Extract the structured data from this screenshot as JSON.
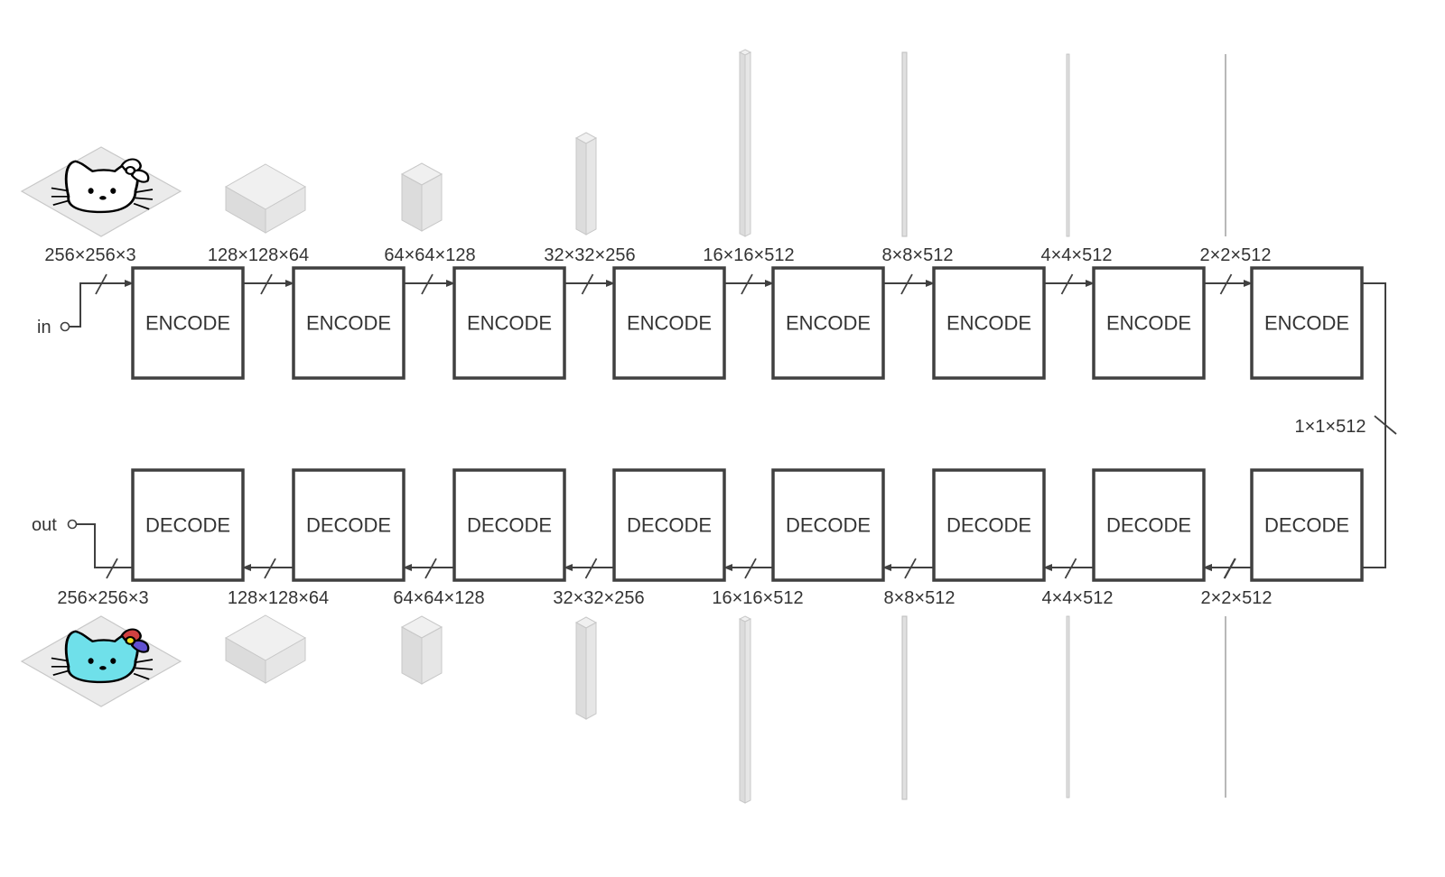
{
  "io": {
    "input_label": "in",
    "output_label": "out"
  },
  "encoders": [
    {
      "label": "ENCODE",
      "in_dims": "256×256×3"
    },
    {
      "label": "ENCODE",
      "in_dims": "128×128×64"
    },
    {
      "label": "ENCODE",
      "in_dims": "64×64×128"
    },
    {
      "label": "ENCODE",
      "in_dims": "32×32×256"
    },
    {
      "label": "ENCODE",
      "in_dims": "16×16×512"
    },
    {
      "label": "ENCODE",
      "in_dims": "8×8×512"
    },
    {
      "label": "ENCODE",
      "in_dims": "4×4×512"
    },
    {
      "label": "ENCODE",
      "in_dims": "2×2×512"
    }
  ],
  "bottleneck": {
    "dims": "1×1×512"
  },
  "decoders": [
    {
      "label": "DECODE",
      "out_dims": "256×256×3"
    },
    {
      "label": "DECODE",
      "out_dims": "128×128×64"
    },
    {
      "label": "DECODE",
      "out_dims": "64×64×128"
    },
    {
      "label": "DECODE",
      "out_dims": "32×32×256"
    },
    {
      "label": "DECODE",
      "out_dims": "16×16×512"
    },
    {
      "label": "DECODE",
      "out_dims": "8×8×512"
    },
    {
      "label": "DECODE",
      "out_dims": "4×4×512"
    },
    {
      "label": "DECODE",
      "out_dims": "2×2×512"
    }
  ],
  "images": {
    "input": {
      "subject": "hello-kitty-outline",
      "fill": "#ffffff",
      "stroke": "#000000"
    },
    "output": {
      "subject": "hello-kitty-colored",
      "face": "#6fe0ea",
      "bow": "#d04040",
      "accent": "#6050d0",
      "nose": "#f0e020"
    }
  },
  "colors": {
    "stroke": "#404040",
    "text": "#333333",
    "tensor": "#e6e6e6"
  }
}
